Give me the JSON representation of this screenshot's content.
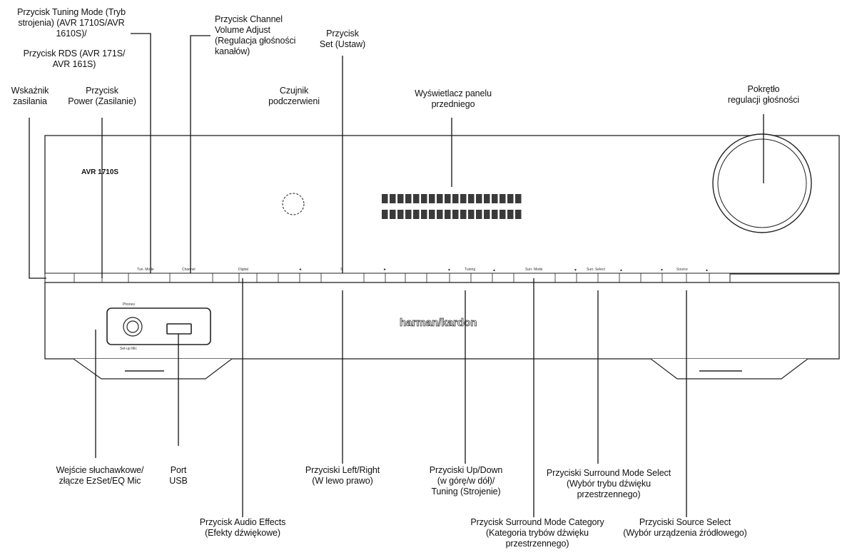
{
  "model_badge": "AVR 1710S",
  "panel_labels": {
    "tun_mode": "Tun. Mode",
    "channel": "Channel",
    "digital": "Digital",
    "left_arrow": "◄",
    "set": "S",
    "right_arrow": "►",
    "tuning_down": "▼",
    "tuning": "Tuning",
    "tuning_up": "▲",
    "surr_mode": "Surr. Mode",
    "surr_down": "▼",
    "surr_select": "Surr. Select",
    "surr_up": "▲",
    "source_down": "▼",
    "source": "Source",
    "source_up": "▲",
    "phones": "Phones",
    "setup_mic": "Set-up Mic",
    "brand": "harman/kardon"
  },
  "callouts": {
    "tuning_mode": "Przycisk Tuning Mode (Tryb\nstrojenia) (AVR 1710S/AVR\n1610S)/",
    "rds": "Przycisk RDS (AVR 171S/\nAVR 161S)",
    "channel_volume": "Przycisk Channel\nVolume Adjust\n(Regulacja głośności\nkanałów)",
    "set": "Przycisk\nSet (Ustaw)",
    "power_indicator": "Wskaźnik\nzasilania",
    "power_button": "Przycisk\nPower (Zasilanie)",
    "ir_sensor": "Czujnik\npodczerwieni",
    "display": "Wyświetlacz panelu\nprzedniego",
    "volume_knob": "Pokrętło\nregulacji głośności",
    "headphone": "Wejście słuchawkowe/\nzłącze EzSet/EQ Mic",
    "usb": "Port\nUSB",
    "left_right": "Przyciski Left/Right\n(W lewo prawo)",
    "up_down": "Przyciski Up/Down\n(w górę/w dół)/\nTuning (Strojenie)",
    "surround_select": "Przyciski Surround Mode Select\n(Wybór trybu dźwięku\nprzestrzennego)",
    "audio_effects": "Przycisk Audio Effects\n(Efekty dźwiękowe)",
    "surround_category": "Przycisk Surround Mode Category\n(Kategoria trybów dźwięku\nprzestrzennego)",
    "source_select": "Przyciski Source Select\n(Wybór urządzenia źródłowego)"
  }
}
